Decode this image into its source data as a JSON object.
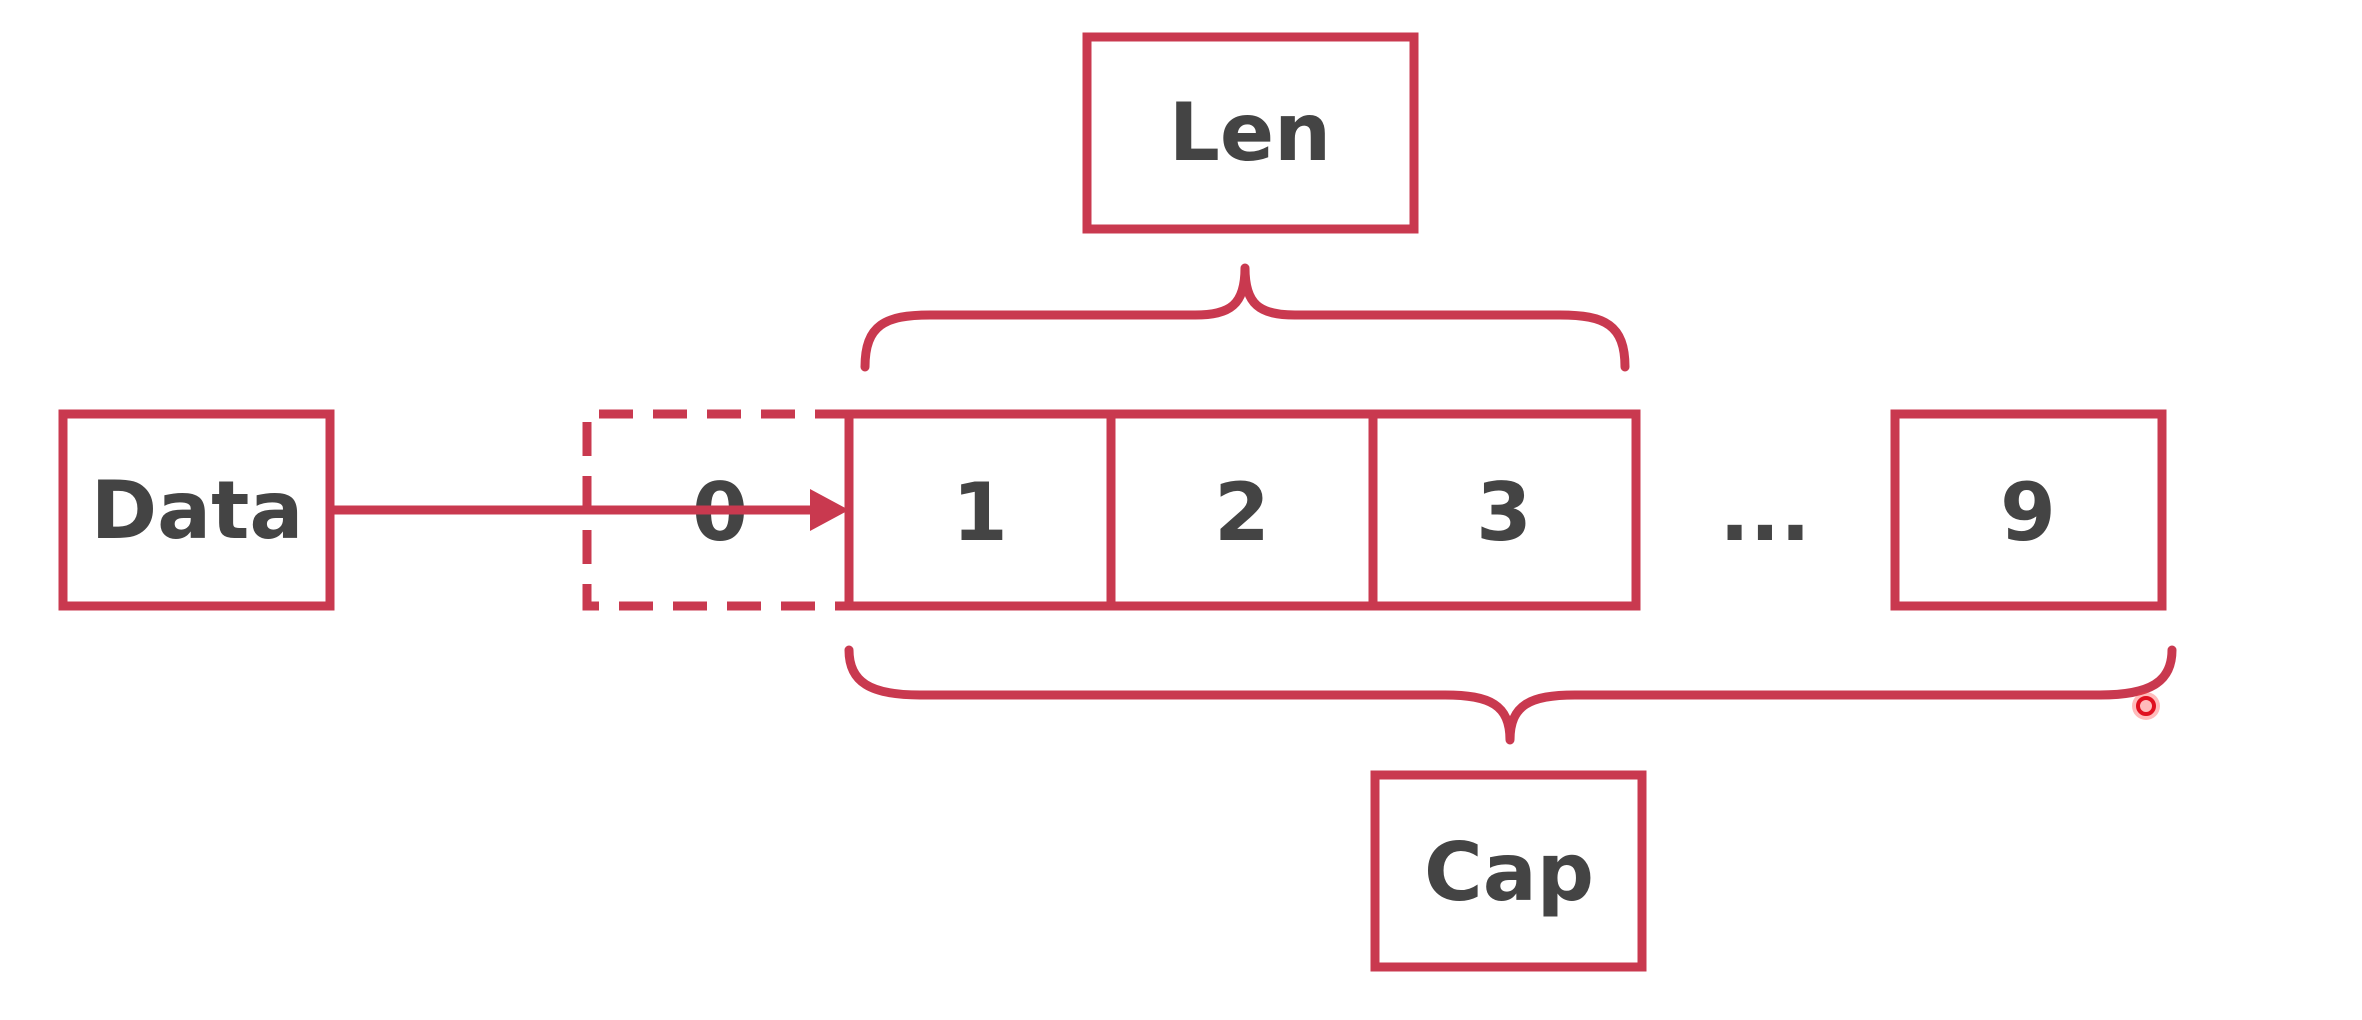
{
  "colors": {
    "stroke": "#c9394f",
    "text": "#444444",
    "background": "#ffffff"
  },
  "labels": {
    "len": "Len",
    "cap": "Cap",
    "data": "Data",
    "ellipsis": "..."
  },
  "cells": [
    "0",
    "1",
    "2",
    "3",
    "9"
  ]
}
